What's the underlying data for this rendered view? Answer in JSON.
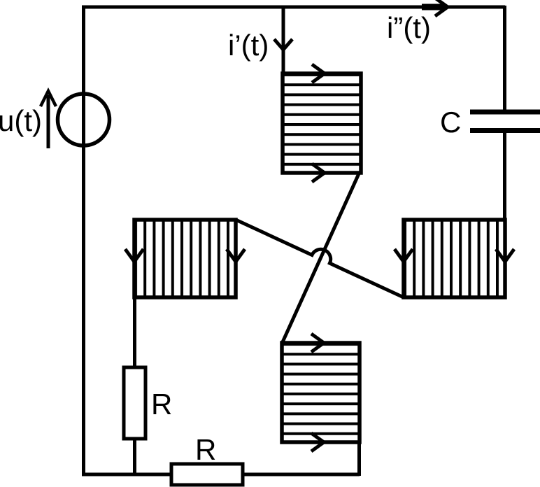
{
  "diagram": {
    "kind": "circuit-schematic",
    "background_color": "#ffffff",
    "line_color": "#000000",
    "labels": {
      "voltage_source": "u(t)",
      "branch_current_left": "i’(t)",
      "branch_current_right": "i”(t)",
      "capacitor": "C",
      "resistor_vertical": "R",
      "resistor_horizontal": "R"
    },
    "components": [
      "voltage-source",
      "winding-top",
      "winding-left",
      "winding-right",
      "winding-bottom",
      "capacitor",
      "resistor-vertical",
      "resistor-horizontal"
    ]
  }
}
